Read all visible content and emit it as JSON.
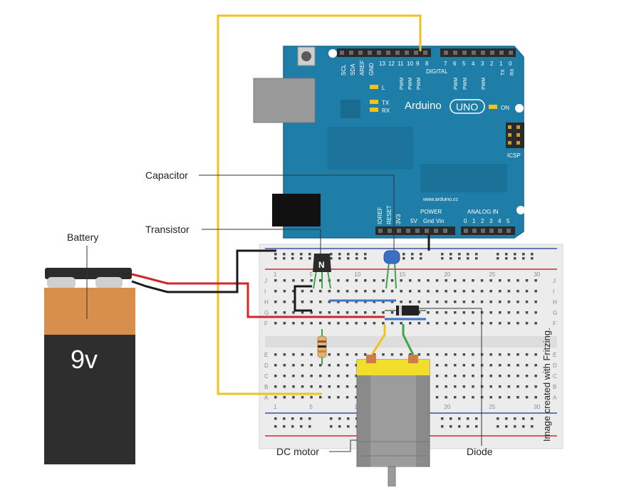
{
  "labels": {
    "capacitor": "Capacitor",
    "transistor": "Transistor",
    "battery": "Battery",
    "dc_motor": "DC motor",
    "diode": "Diode",
    "credit": "Image created with Fritzing."
  },
  "battery": {
    "voltage_label": "9v"
  },
  "arduino": {
    "brand": "Arduino",
    "model": "UNO",
    "on_label": "ON",
    "url": "www.arduino.cc",
    "digital_label": "DIGITAL",
    "power_label": "POWER",
    "analog_label": "ANALOG IN",
    "icsp_label": "ICSP",
    "led_l": "L",
    "led_tx": "TX",
    "led_rx": "RX",
    "top_pins_left": [
      "SCL",
      "SDA",
      "AREF",
      "GND",
      "13",
      "12",
      "11",
      "10",
      "9",
      "8"
    ],
    "top_pins_right": [
      "7",
      "6",
      "5",
      "4",
      "3",
      "2",
      "1",
      "0"
    ],
    "pwm_label": "PWM",
    "tx_pin": "TX",
    "rx_pin": "RX",
    "power_pins": [
      "IOREF",
      "RESET",
      "3V3",
      "5V",
      "Gnd",
      "Vin"
    ],
    "analog_pins": [
      "0",
      "1",
      "2",
      "3",
      "4",
      "5"
    ]
  },
  "breadboard": {
    "row_letters_top": [
      "J",
      "I",
      "H",
      "G",
      "F"
    ],
    "row_letters_bottom": [
      "E",
      "D",
      "C",
      "B",
      "A"
    ],
    "column_numbers": [
      "1",
      "5",
      "10",
      "15",
      "20",
      "25",
      "30"
    ]
  },
  "colors": {
    "arduino": "#1f7ea8",
    "wire_yellow": "#f2c21b",
    "wire_red": "#d3262b",
    "wire_black": "#1a1a1a",
    "battery_orange": "#d98f4c",
    "battery_body": "#2e2e2e"
  }
}
